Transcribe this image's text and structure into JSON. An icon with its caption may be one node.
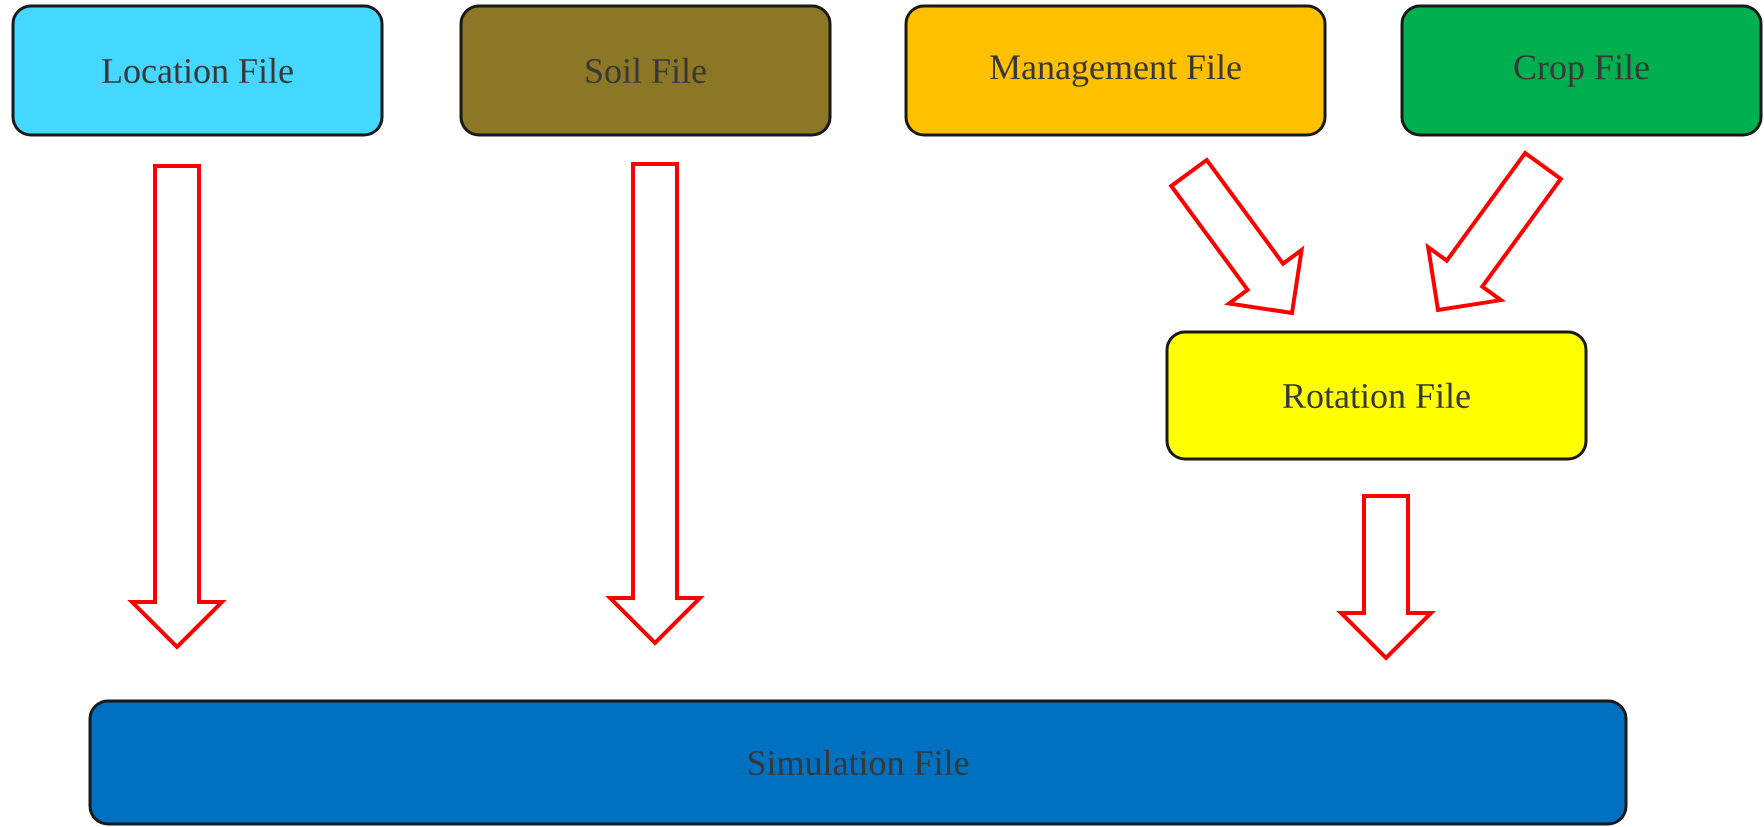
{
  "diagram": {
    "nodes": [
      {
        "text": [
          "Location File"
        ]
      },
      {
        "text": [
          "Soil File"
        ]
      },
      {
        "text": [
          "Management File"
        ]
      },
      {
        "text": [
          "Crop File"
        ]
      },
      {
        "text": [
          "Rotation File"
        ]
      },
      {
        "text": [
          "Simulation File"
        ]
      }
    ],
    "edges": [
      {
        "from": 0,
        "to": 5,
        "arrow": "to"
      },
      {
        "from": 1,
        "to": 5,
        "arrow": "to"
      },
      {
        "from": 2,
        "to": 4,
        "arrow": "to"
      },
      {
        "from": 3,
        "to": 4,
        "arrow": "to"
      },
      {
        "from": 4,
        "to": 5,
        "arrow": "to"
      }
    ]
  }
}
